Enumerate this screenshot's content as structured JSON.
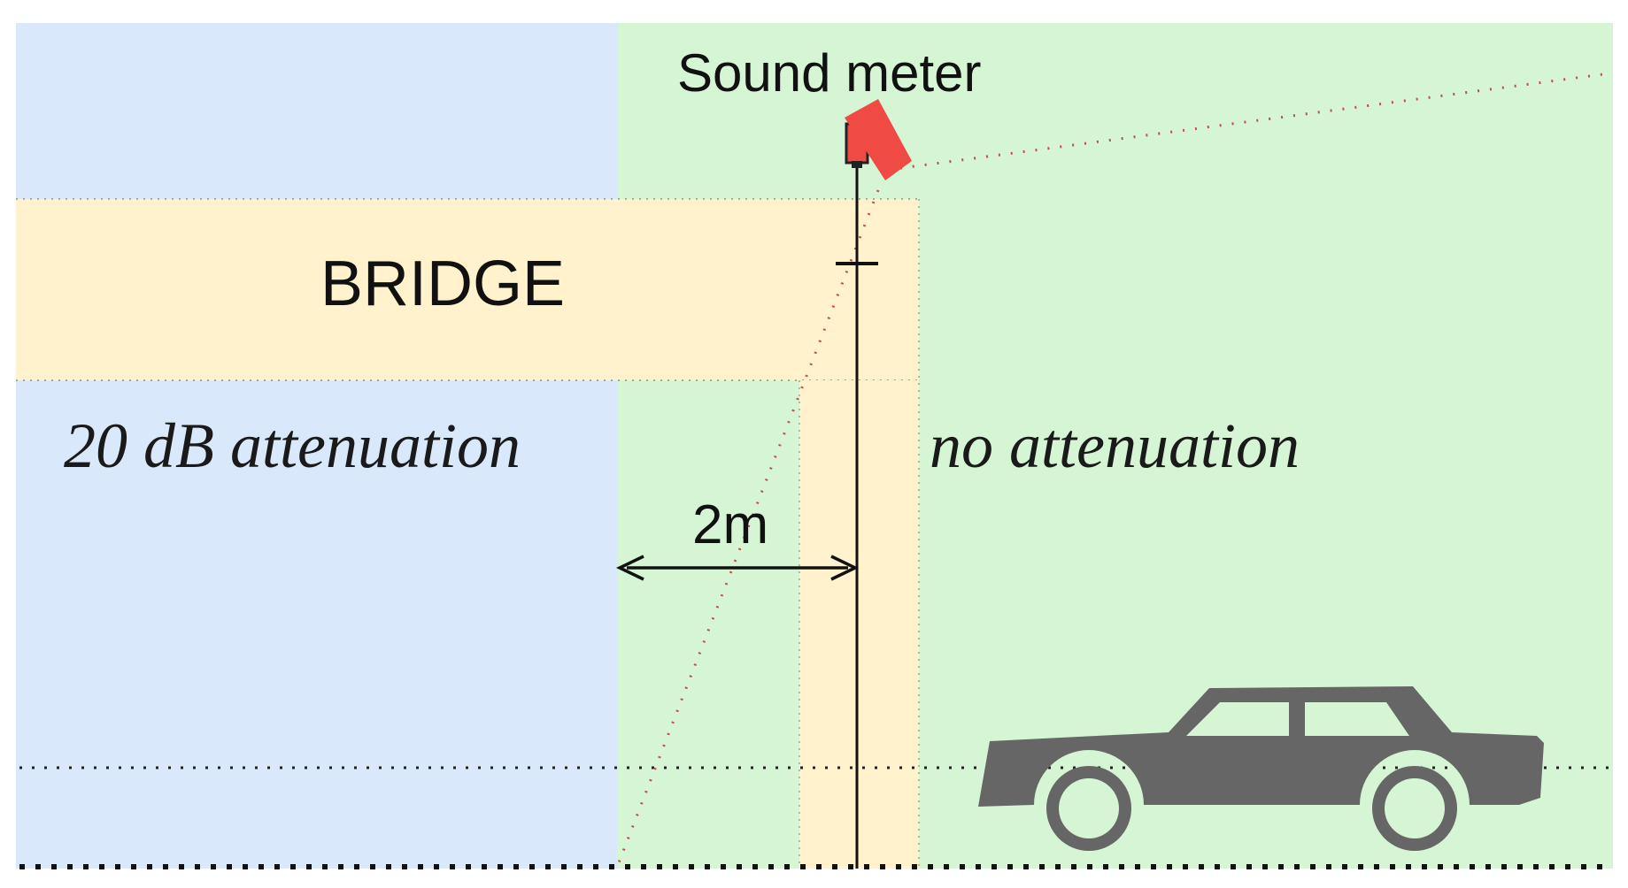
{
  "labels": {
    "sound_meter": "Sound meter",
    "bridge": "BRIDGE",
    "attenuated_zone": "20 dB attenuation",
    "unattenuated_zone": "no attenuation",
    "distance": "2m"
  },
  "colors": {
    "attenuated_zone": "#dae8fc",
    "unattenuated_zone": "#d5f5d5",
    "bridge": "#fff2cc",
    "sound_meter": "#f04a45",
    "car": "#666666",
    "sight_line": "#c0504d"
  },
  "icons": {
    "sound_meter": "sound-meter-icon",
    "car": "car-icon"
  }
}
